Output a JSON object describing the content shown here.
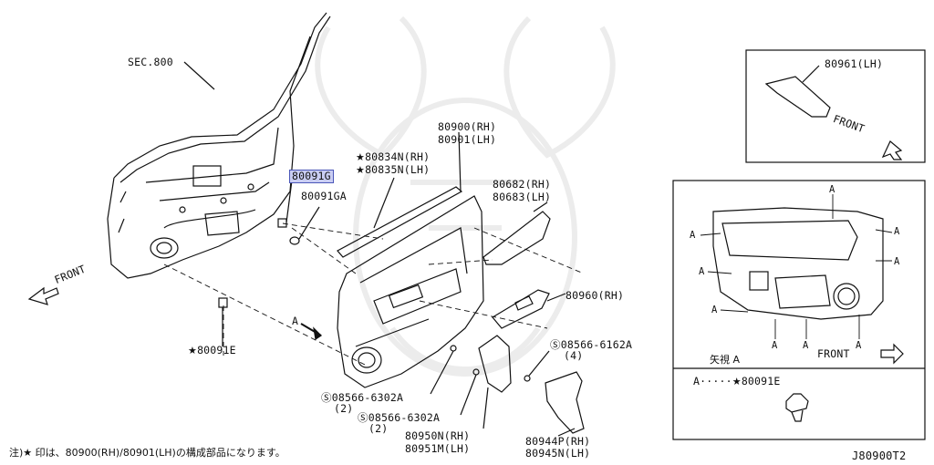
{
  "labels": {
    "sec800": "SEC.800",
    "part_80091G": "80091G",
    "part_80091GA": "80091GA",
    "part_80834N": "80834N(RH)",
    "part_80835N": "80835N(LH)",
    "part_80900": "80900(RH)",
    "part_80901": "80901(LH)",
    "part_80682": "80682(RH)",
    "part_80683": "80683(LH)",
    "part_80960": "80960(RH)",
    "part_80961": "80961(LH)",
    "screw_6162A": "08566-6162A",
    "screw_6162A_qty": "(4)",
    "screw_6302A_1": "08566-6302A",
    "screw_6302A_1_qty": "(2)",
    "screw_6302A_2": "08566-6302A",
    "screw_6302A_2_qty": "(2)",
    "part_80950N": "80950N(RH)",
    "part_80951M": "80951M(LH)",
    "part_80944P": "80944P(RH)",
    "part_80945N": "80945N(LH)",
    "part_80091E": "80091E",
    "front_left": "FRONT",
    "front_inset_top": "FRONT",
    "front_inset_mid": "FRONT",
    "arrow_a": "A",
    "view_a": "矢視 A",
    "clip_a": "A",
    "legend_a": "A·····",
    "legend_part": "80091E",
    "footnote": "注)★ 印は、80900(RH)/80901(LH)の構成部品になります。",
    "diagram_id": "J80900T2"
  },
  "colors": {
    "highlight_bg": "#c9cdf2",
    "highlight_border": "#4a56b8",
    "line": "#111111"
  }
}
